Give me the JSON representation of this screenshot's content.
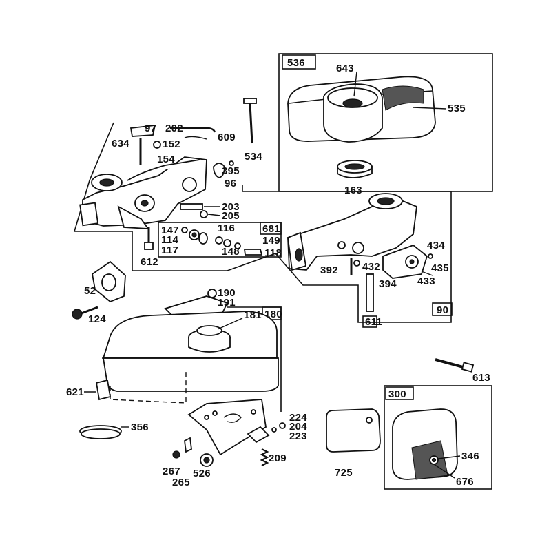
{
  "labels": {
    "l536": "536",
    "l643": "643",
    "l535": "535",
    "l534": "534",
    "l163": "163",
    "l97": "97",
    "l202": "202",
    "l634": "634",
    "l152": "152",
    "l609": "609",
    "l154": "154",
    "l395": "395",
    "l96": "96",
    "l203": "203",
    "l205": "205",
    "l147": "147",
    "l116": "116",
    "l681": "681",
    "l114": "114",
    "l149": "149",
    "l117": "117",
    "l148": "148",
    "l118": "118",
    "l612": "612",
    "l434": "434",
    "l435": "435",
    "l392": "392",
    "l432": "432",
    "l394": "394",
    "l433": "433",
    "l611": "611",
    "l90": "90",
    "l52": "52",
    "l124": "124",
    "l190": "190",
    "l191": "191",
    "l181": "181",
    "l180": "180",
    "l621": "621",
    "l356": "356",
    "l224": "224",
    "l204": "204",
    "l223": "223",
    "l267": "267",
    "l265": "265",
    "l526": "526",
    "l209": "209",
    "l613": "613",
    "l300": "300",
    "l725": "725",
    "l346": "346",
    "l676": "676"
  }
}
